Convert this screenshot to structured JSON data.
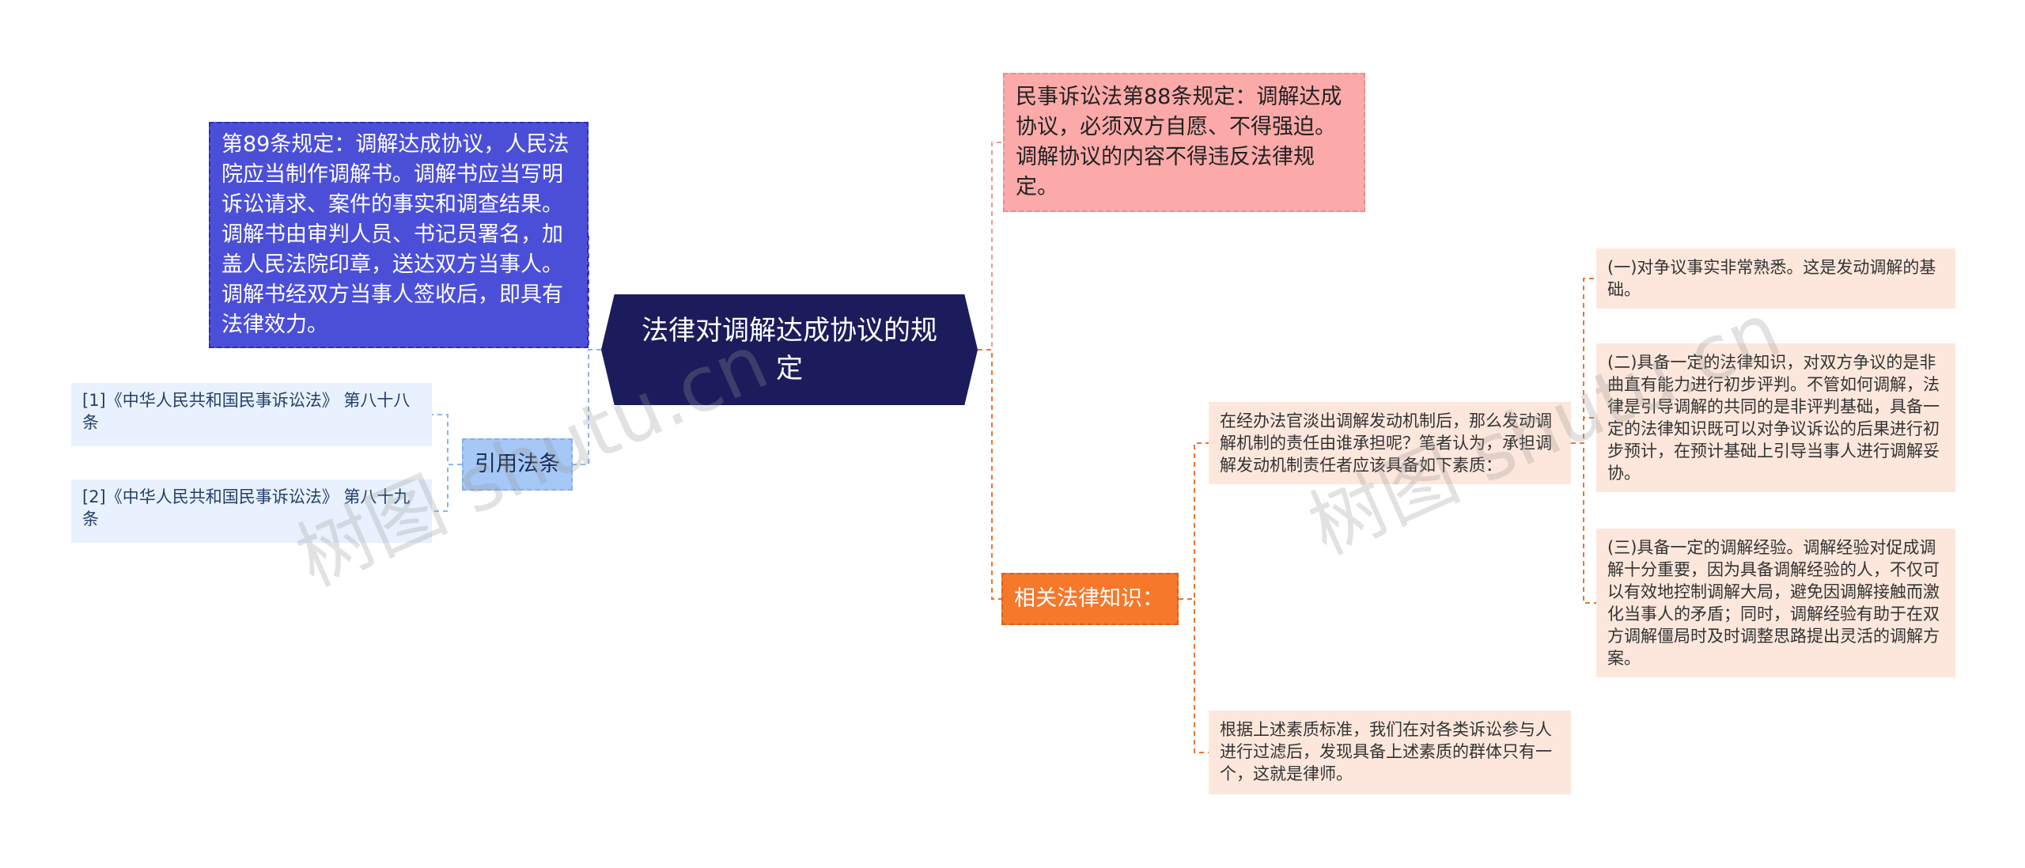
{
  "center": {
    "title": "法律对调解达成协议的规定"
  },
  "left": {
    "article89": "第89条规定：调解达成协议，人民法院应当制作调解书。调解书应当写明诉讼请求、案件的事实和调查结果。调解书由审判人员、书记员署名，加盖人民法院印章，送达双方当事人。调解书经双方当事人签收后，即具有法律效力。",
    "citations": {
      "label": "引用法条",
      "items": [
        "[1]《中华人民共和国民事诉讼法》 第八十八条",
        "[2]《中华人民共和国民事诉讼法》 第八十九条"
      ]
    }
  },
  "right": {
    "article88": "民事诉讼法第88条规定：调解达成协议，必须双方自愿、不得强迫。调解协议的内容不得违反法律规定。",
    "related": {
      "label": "相关法律知识：",
      "who_bears": "在经办法官淡出调解发动机制后，那么发动调解机制的责任由谁承担呢？笔者认为，承担调解发动机制责任者应该具备如下素质：",
      "qualities": [
        "(一)对争议事实非常熟悉。这是发动调解的基础。",
        "(二)具备一定的法律知识，对双方争议的是非曲直有能力进行初步评判。不管如何调解，法律是引导调解的共同的是非评判基础，具备一定的法律知识既可以对争议诉讼的后果进行初步预计，在预计基础上引导当事人进行调解妥协。",
        "(三)具备一定的调解经验。调解经验对促成调解十分重要，因为具备调解经验的人，不仅可以有效地控制调解大局，避免因调解接触而激化当事人的矛盾；同时，调解经验有助于在双方调解僵局时及时调整思路提出灵活的调解方案。"
      ],
      "conclusion": "根据上述素质标准，我们在对各类诉讼参与人进行过滤后，发现具备上述素质的群体只有一个，这就是律师。"
    }
  },
  "watermark": "树图 shutu.cn",
  "colors": {
    "center_bg": "#1c1c5c",
    "article89_bg": "#4b4fd8",
    "citation_label_bg": "#a6c8f7",
    "citation_bg": "#e8f1fd",
    "article88_bg": "#fbaaa9",
    "related_bg": "#f6782b",
    "knowledge_bg": "#fde7dc",
    "connector_left_blue": "#3a3fa8",
    "connector_left_light": "#8eb4e8",
    "connector_pink": "#e89a99",
    "connector_orange": "#e8752f"
  }
}
